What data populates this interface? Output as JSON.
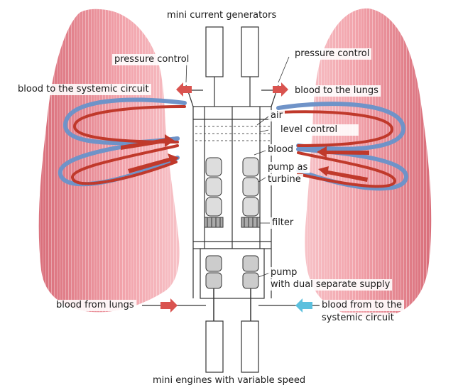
{
  "diagram": {
    "labels": {
      "top": "mini current generators",
      "pressure_left": "pressure control",
      "pressure_right": "pressure control",
      "to_systemic": "blood to the systemic circuit",
      "to_lungs": "blood to the lungs",
      "air": "air",
      "level": "level control",
      "blood": "blood",
      "pump_turbine_1": "pump as",
      "pump_turbine_2": "turbine",
      "filter": "filter",
      "pump_dual_1": "pump",
      "pump_dual_2": "with dual separate supply",
      "from_lungs": "blood from lungs",
      "from_systemic_1": "blood from to the",
      "from_systemic_2": "systemic circuit",
      "bottom": "mini engines with variable speed"
    },
    "colors": {
      "lung_light": "#f4a6ad",
      "lung_dark": "#d96e7a",
      "vessel_red": "#c0392b",
      "vessel_blue": "#6f93c8",
      "arrow_red": "#d9534f",
      "arrow_blue": "#5bc0de",
      "line": "#333333"
    }
  }
}
